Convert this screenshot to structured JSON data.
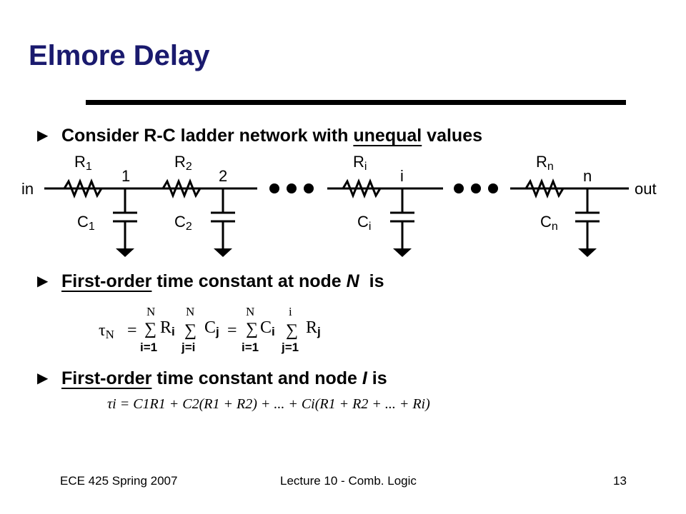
{
  "title": "Elmore Delay",
  "bullets": {
    "b1": {
      "pre": "Consider R-C ladder network with ",
      "underlined": "unequal",
      "post": " values"
    },
    "b2": {
      "underlined": "First-order",
      "mid": " time constant at node ",
      "italic": "N",
      "post": "  is"
    },
    "b3": {
      "underlined": "First-order",
      "mid": " time constant and node ",
      "italic": "I",
      "post": " is"
    }
  },
  "circuit": {
    "input_label": "in",
    "output_label": "out",
    "stages": [
      {
        "r_main": "R",
        "r_sub": "1",
        "node": "1",
        "c_main": "C",
        "c_sub": "1"
      },
      {
        "r_main": "R",
        "r_sub": "2",
        "node": "2",
        "c_main": "C",
        "c_sub": "2"
      },
      {
        "r_main": "R",
        "r_sub": "i",
        "node": "i",
        "c_main": "C",
        "c_sub": "i"
      },
      {
        "r_main": "R",
        "r_sub": "n",
        "node": "n",
        "c_main": "C",
        "c_sub": "n"
      }
    ]
  },
  "equation1": {
    "tau": "τ",
    "tau_sub": "N",
    "eq": "=",
    "sum_sym": "∑",
    "sum1": {
      "top": "N",
      "bottom": "i=1"
    },
    "r_i": "R",
    "r_i_sub": "i",
    "sum2": {
      "top": "N",
      "bottom": "j=i"
    },
    "c_j": "C",
    "c_j_sub": "j",
    "eq2": "=",
    "sum3": {
      "top": "N",
      "bottom": "i=1"
    },
    "c_i": "C",
    "c_i_sub": "i",
    "sum4": {
      "top": "i",
      "bottom": "j=1"
    },
    "r_j": "R",
    "r_j_sub": "j"
  },
  "equation2": {
    "text": "τi = C1R1 + C2(R1 + R2) + ... + Ci(R1 + R2 + ... + Ri)"
  },
  "footer": {
    "course": "ECE 425 Spring 2007",
    "lecture": "Lecture 10 - Comb. Logic",
    "page": "13"
  }
}
